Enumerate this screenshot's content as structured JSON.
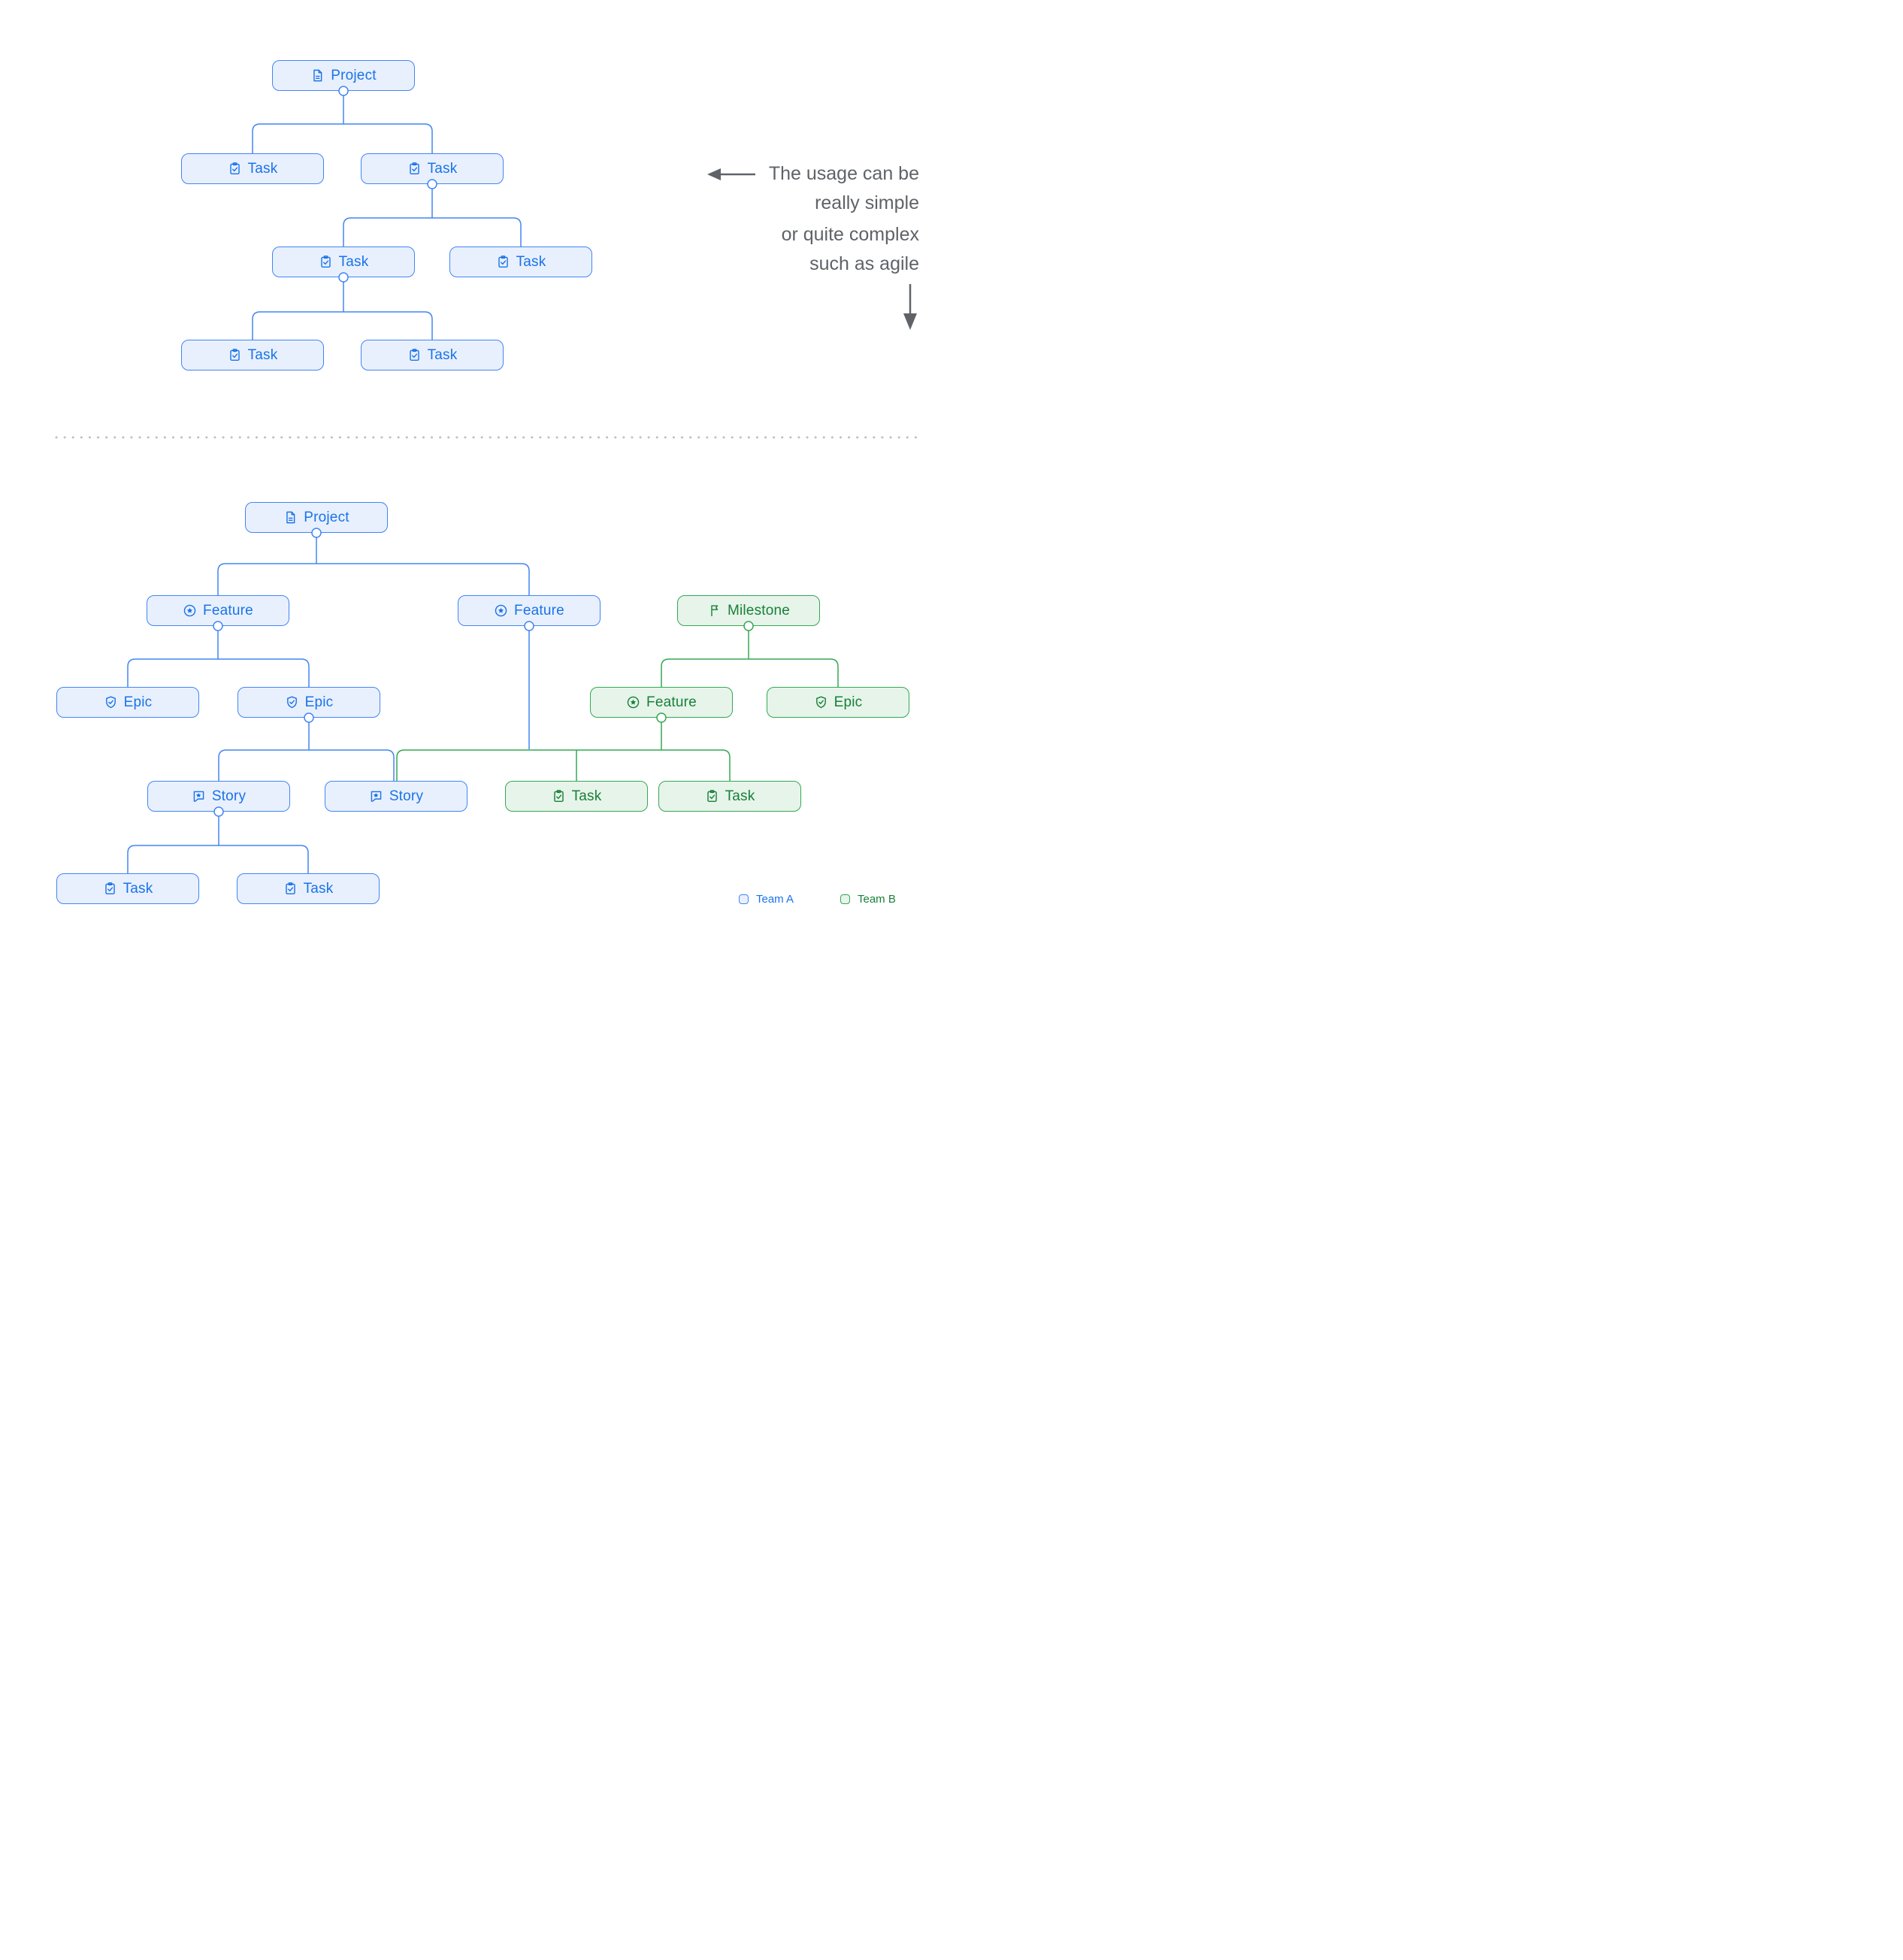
{
  "colors": {
    "team_a_border": "#4285f4",
    "team_a_fill": "#e8f0fe",
    "team_a_text": "#1a73e8",
    "team_b_border": "#34a853",
    "team_b_fill": "#e6f4ea",
    "team_b_text": "#188038",
    "annotation_text": "#5f6368",
    "separator_dots": "#bdc1c6"
  },
  "annotation": {
    "lines": [
      "The usage can be",
      "really simple",
      "or quite complex",
      "such as agile"
    ]
  },
  "legend": {
    "team_a_label": "Team A",
    "team_b_label": "Team B"
  },
  "diagram_simple": {
    "project": {
      "label": "Project",
      "icon": "document-icon"
    },
    "tasks": [
      {
        "label": "Task",
        "icon": "clipboard-check-icon"
      },
      {
        "label": "Task",
        "icon": "clipboard-check-icon"
      },
      {
        "label": "Task",
        "icon": "clipboard-check-icon"
      },
      {
        "label": "Task",
        "icon": "clipboard-check-icon"
      },
      {
        "label": "Task",
        "icon": "clipboard-check-icon"
      },
      {
        "label": "Task",
        "icon": "clipboard-check-icon"
      }
    ]
  },
  "diagram_complex": {
    "project": {
      "label": "Project",
      "icon": "document-icon"
    },
    "team_a": {
      "features": [
        {
          "label": "Feature",
          "icon": "star-circle-icon"
        },
        {
          "label": "Feature",
          "icon": "star-circle-icon"
        }
      ],
      "epics": [
        {
          "label": "Epic",
          "icon": "shield-check-icon"
        },
        {
          "label": "Epic",
          "icon": "shield-check-icon"
        }
      ],
      "stories": [
        {
          "label": "Story",
          "icon": "comment-star-icon"
        },
        {
          "label": "Story",
          "icon": "comment-star-icon"
        }
      ],
      "tasks": [
        {
          "label": "Task",
          "icon": "clipboard-check-icon"
        },
        {
          "label": "Task",
          "icon": "clipboard-check-icon"
        }
      ]
    },
    "team_b": {
      "milestone": {
        "label": "Milestone",
        "icon": "flag-icon"
      },
      "feature": {
        "label": "Feature",
        "icon": "star-circle-icon"
      },
      "epic": {
        "label": "Epic",
        "icon": "shield-check-icon"
      },
      "tasks": [
        {
          "label": "Task",
          "icon": "clipboard-check-icon"
        },
        {
          "label": "Task",
          "icon": "clipboard-check-icon"
        }
      ]
    }
  }
}
